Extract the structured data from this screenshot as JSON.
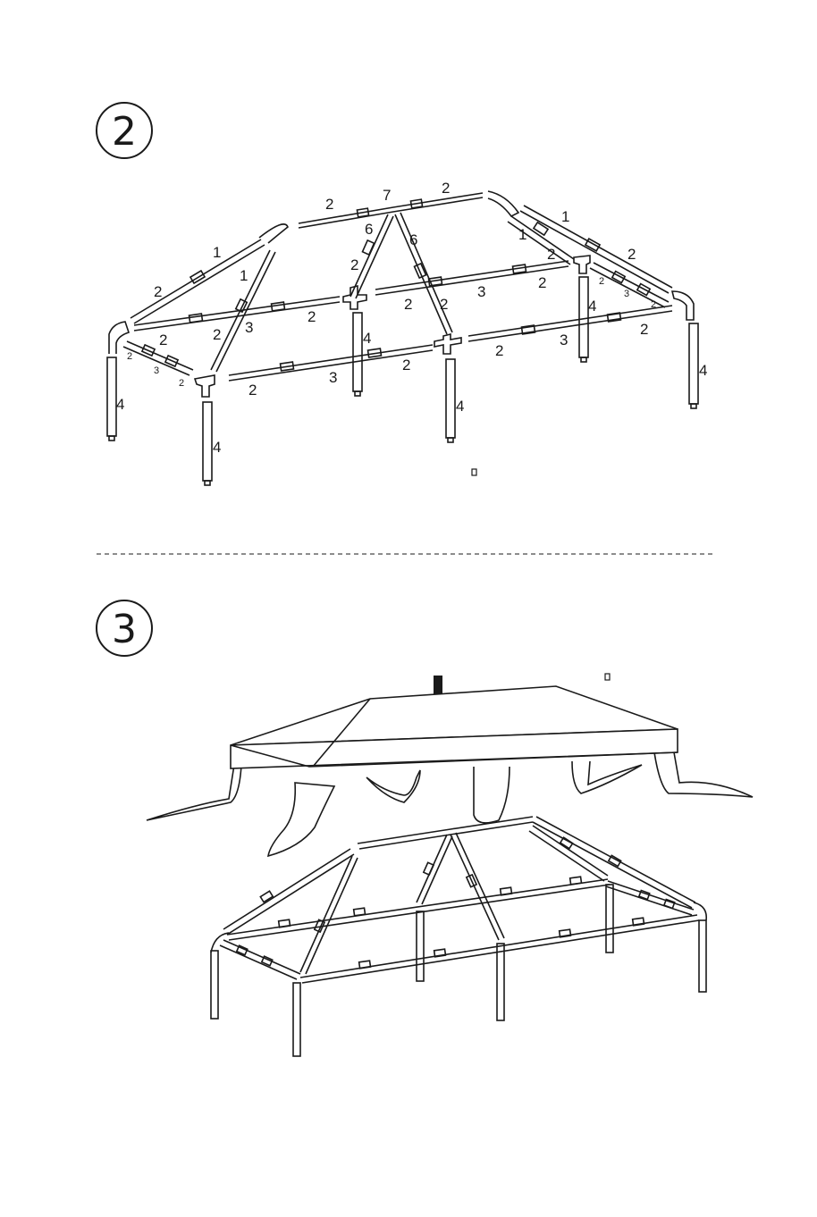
{
  "steps": [
    {
      "number": "2"
    },
    {
      "number": "3"
    }
  ],
  "step2_labels": {
    "roof_left_1": "1",
    "roof_left_2": "2",
    "inner_1": "1",
    "inner_2": "2",
    "inner_3": "3",
    "ridge_left_2": "2",
    "ridge_right_2": "2",
    "peak_7": "7",
    "peak_6_left": "6",
    "peak_6_right": "6",
    "mid_2": "2",
    "front_2a": "2",
    "front_3a": "3",
    "front_2b": "2",
    "front_2c": "2",
    "front_3b": "3",
    "front_2d": "2",
    "back_2a": "2",
    "back_2b": "2",
    "back_3": "3",
    "back_2c": "2",
    "center_2a": "2",
    "center_2b": "2",
    "right_1a": "1",
    "right_1b": "1",
    "right_2a": "2",
    "right_2b": "2",
    "right_small_2a": "2",
    "right_small_3": "3",
    "right_small_2b": "2",
    "left_small_2a": "2",
    "left_small_3": "3",
    "left_small_2b": "2",
    "left_2": "2",
    "leg_4a": "4",
    "leg_4b": "4",
    "leg_4c": "4",
    "leg_4d": "4",
    "leg_4e": "4",
    "leg_4f": "4"
  }
}
